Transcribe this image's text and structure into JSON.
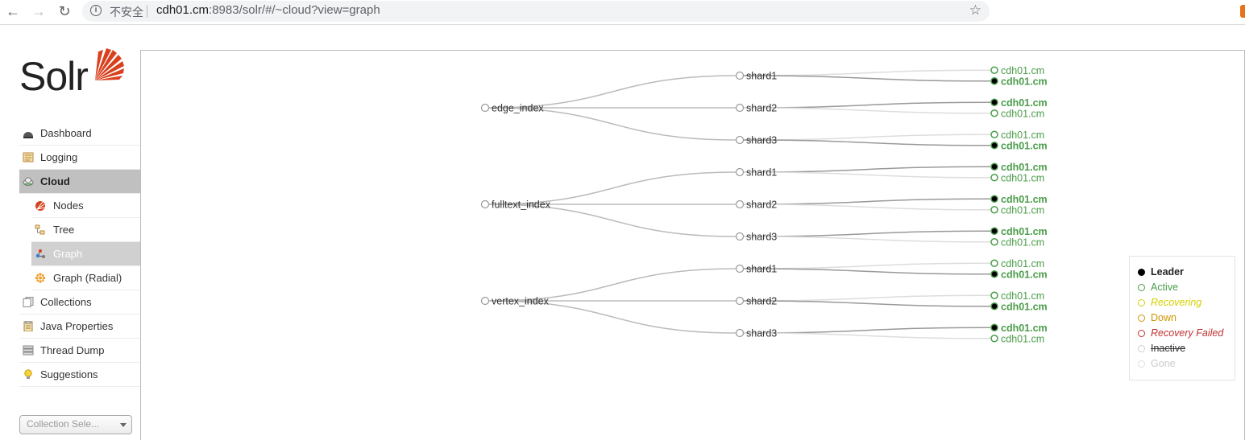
{
  "browser": {
    "security_label": "不安全",
    "url_host": "cdh01.cm",
    "url_rest": ":8983/solr/#/~cloud?view=graph"
  },
  "logo": {
    "text": "Solr"
  },
  "menu": {
    "dashboard": "Dashboard",
    "logging": "Logging",
    "cloud": "Cloud",
    "nodes": "Nodes",
    "tree": "Tree",
    "graph": "Graph",
    "graph_radial": "Graph (Radial)",
    "collections": "Collections",
    "java_properties": "Java Properties",
    "thread_dump": "Thread Dump",
    "suggestions": "Suggestions"
  },
  "collection_selector": {
    "placeholder": "Collection Sele..."
  },
  "graph": {
    "collections": [
      {
        "name": "edge_index",
        "shards": [
          {
            "name": "shard1",
            "replicas": [
              {
                "host": "cdh01.cm",
                "leader": false
              },
              {
                "host": "cdh01.cm",
                "leader": true
              }
            ]
          },
          {
            "name": "shard2",
            "replicas": [
              {
                "host": "cdh01.cm",
                "leader": true
              },
              {
                "host": "cdh01.cm",
                "leader": false
              }
            ]
          },
          {
            "name": "shard3",
            "replicas": [
              {
                "host": "cdh01.cm",
                "leader": false
              },
              {
                "host": "cdh01.cm",
                "leader": true
              }
            ]
          }
        ]
      },
      {
        "name": "fulltext_index",
        "shards": [
          {
            "name": "shard1",
            "replicas": [
              {
                "host": "cdh01.cm",
                "leader": true
              },
              {
                "host": "cdh01.cm",
                "leader": false
              }
            ]
          },
          {
            "name": "shard2",
            "replicas": [
              {
                "host": "cdh01.cm",
                "leader": true
              },
              {
                "host": "cdh01.cm",
                "leader": false
              }
            ]
          },
          {
            "name": "shard3",
            "replicas": [
              {
                "host": "cdh01.cm",
                "leader": true
              },
              {
                "host": "cdh01.cm",
                "leader": false
              }
            ]
          }
        ]
      },
      {
        "name": "vertex_index",
        "shards": [
          {
            "name": "shard1",
            "replicas": [
              {
                "host": "cdh01.cm",
                "leader": false
              },
              {
                "host": "cdh01.cm",
                "leader": true
              }
            ]
          },
          {
            "name": "shard2",
            "replicas": [
              {
                "host": "cdh01.cm",
                "leader": false
              },
              {
                "host": "cdh01.cm",
                "leader": true
              }
            ]
          },
          {
            "name": "shard3",
            "replicas": [
              {
                "host": "cdh01.cm",
                "leader": true
              },
              {
                "host": "cdh01.cm",
                "leader": false
              }
            ]
          }
        ]
      }
    ]
  },
  "legend": [
    {
      "label": "Leader",
      "color": "#000000",
      "filled": true,
      "style": "bold"
    },
    {
      "label": "Active",
      "color": "#4a9d4a",
      "filled": false,
      "style": "normal"
    },
    {
      "label": "Recovering",
      "color": "#d5d000",
      "filled": false,
      "style": "italic"
    },
    {
      "label": "Down",
      "color": "#d09500",
      "filled": false,
      "style": "normal"
    },
    {
      "label": "Recovery Failed",
      "color": "#c03030",
      "filled": false,
      "style": "italic"
    },
    {
      "label": "Inactive",
      "color": "#cccccc",
      "filled": false,
      "style": "strike"
    },
    {
      "label": "Gone",
      "color": "#dddddd",
      "filled": false,
      "style": "gone"
    }
  ]
}
